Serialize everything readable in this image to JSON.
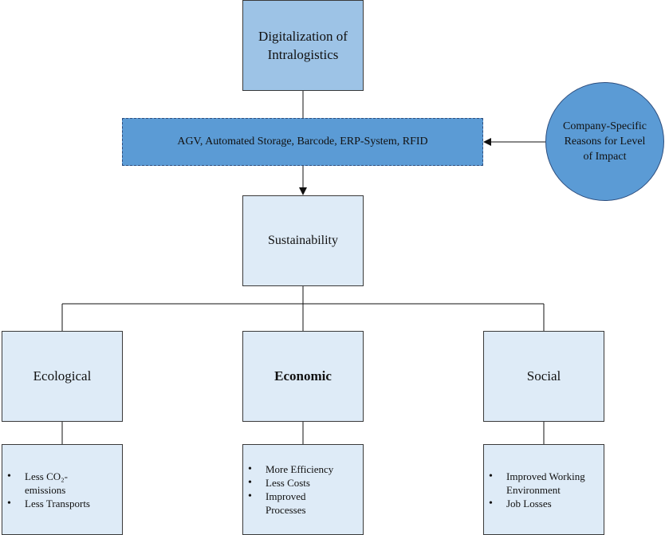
{
  "top_box": {
    "line1": "Digitalization of",
    "line2": "Intralogistics"
  },
  "technologies": "AGV, Automated Storage, Barcode, ERP-System, RFID",
  "reasons": {
    "line1": "Company-Specific",
    "line2": "Reasons for Level",
    "line3": "of Impact"
  },
  "sustainability": "Sustainability",
  "pillars": [
    {
      "title": "Ecological",
      "items": [
        "Less CO₂-",
        "emissions",
        "Less Transports"
      ]
    },
    {
      "title": "Economic",
      "items": [
        "More Efficiency",
        "Less Costs",
        "Improved",
        "Processes"
      ]
    },
    {
      "title": "Social",
      "items": [
        "Improved Working",
        "Environment",
        "Job Losses"
      ]
    }
  ]
}
